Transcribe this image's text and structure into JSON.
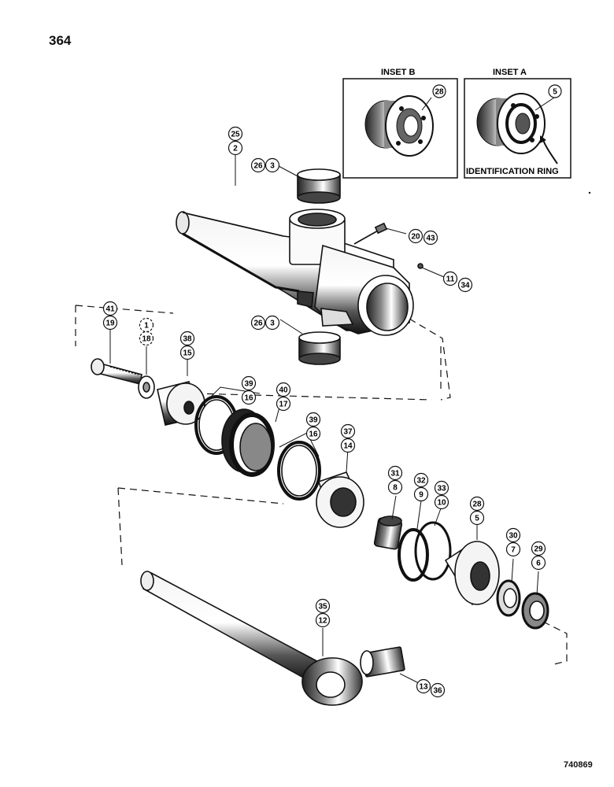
{
  "page_number": "364",
  "drawing_number": "740869",
  "insets": [
    {
      "title": "INSET B",
      "callout": "28"
    },
    {
      "title": "INSET A",
      "callout": "5",
      "label": "IDENTIFICATION RING"
    }
  ],
  "callouts": [
    {
      "top": "25",
      "bottom": "2"
    },
    {
      "top": "26",
      "bottom": "3"
    },
    {
      "top": "20",
      "bottom": "43"
    },
    {
      "top": "11",
      "bottom": "34"
    },
    {
      "top": "26",
      "bottom": "3"
    },
    {
      "top": "41",
      "bottom": "19"
    },
    {
      "top": "1",
      "bottom": "18"
    },
    {
      "top": "38",
      "bottom": "15"
    },
    {
      "top": "39",
      "bottom": "16"
    },
    {
      "top": "40",
      "bottom": "17"
    },
    {
      "top": "39",
      "bottom": "16"
    },
    {
      "top": "37",
      "bottom": "14"
    },
    {
      "top": "31",
      "bottom": "8"
    },
    {
      "top": "32",
      "bottom": "9"
    },
    {
      "top": "33",
      "bottom": "10"
    },
    {
      "top": "28",
      "bottom": "5"
    },
    {
      "top": "30",
      "bottom": "7"
    },
    {
      "top": "29",
      "bottom": "6"
    },
    {
      "top": "35",
      "bottom": "12"
    },
    {
      "top": "13",
      "bottom": "36"
    }
  ]
}
